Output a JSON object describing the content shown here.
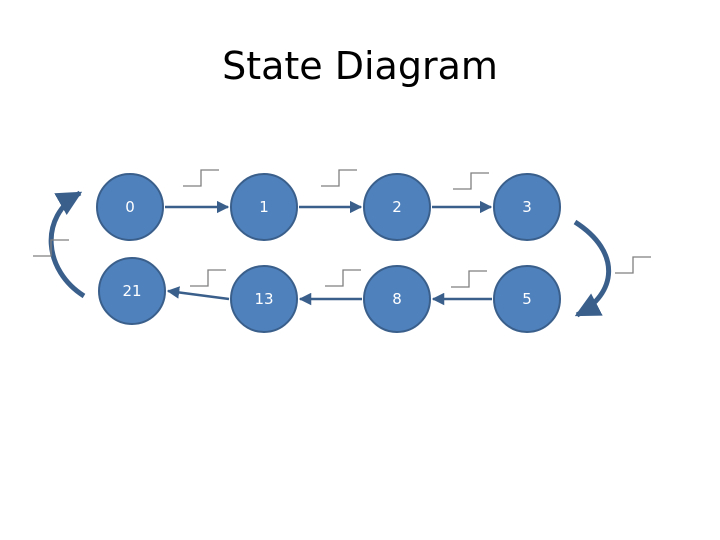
{
  "slide": {
    "title": "State Diagram"
  },
  "diagram": {
    "node_fill": "#4f81bd",
    "node_stroke": "#3a5f8b",
    "edge_color": "#3a5f8b",
    "clock_symbol_color": "#7f7f7f",
    "clock_symbol_icon": "rising-edge-icon",
    "states": [
      {
        "id": "s0",
        "label": "0"
      },
      {
        "id": "s1",
        "label": "1"
      },
      {
        "id": "s2",
        "label": "2"
      },
      {
        "id": "s3",
        "label": "3"
      },
      {
        "id": "s5",
        "label": "5"
      },
      {
        "id": "s8",
        "label": "8"
      },
      {
        "id": "s13",
        "label": "13"
      },
      {
        "id": "s21",
        "label": "21"
      }
    ],
    "transitions": [
      {
        "from": "s0",
        "to": "s1"
      },
      {
        "from": "s1",
        "to": "s2"
      },
      {
        "from": "s2",
        "to": "s3"
      },
      {
        "from": "s3",
        "to": "s5"
      },
      {
        "from": "s5",
        "to": "s8"
      },
      {
        "from": "s8",
        "to": "s13"
      },
      {
        "from": "s13",
        "to": "s21"
      },
      {
        "from": "s21",
        "to": "s0"
      }
    ]
  }
}
